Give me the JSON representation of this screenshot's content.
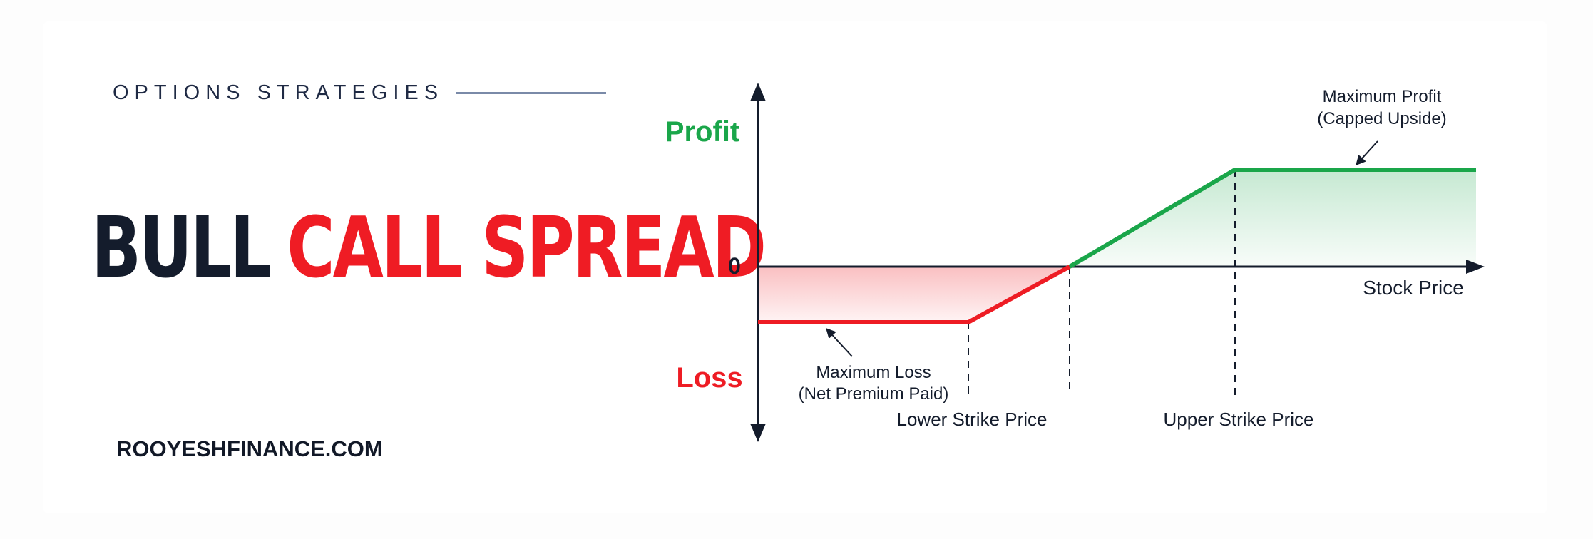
{
  "header": {
    "kicker": "OPTIONS STRATEGIES",
    "title_part1": "BULL",
    "title_part2": "CALL SPREAD"
  },
  "footer": {
    "site": "ROOYESHFINANCE.COM"
  },
  "diagram": {
    "y_top_label": "Profit",
    "y_bottom_label": "Loss",
    "zero_label": "0",
    "x_axis_label": "Stock Price",
    "lower_strike_label": "Lower Strike Price",
    "upper_strike_label": "Upper Strike Price",
    "max_profit_line1": "Maximum Profit",
    "max_profit_line2": "(Capped Upside)",
    "max_loss_line1": "Maximum Loss",
    "max_loss_line2": "(Net Premium Paid)"
  },
  "colors": {
    "profit": "#1aa64a",
    "loss": "#ee1c24",
    "dark": "#141c2c"
  }
}
